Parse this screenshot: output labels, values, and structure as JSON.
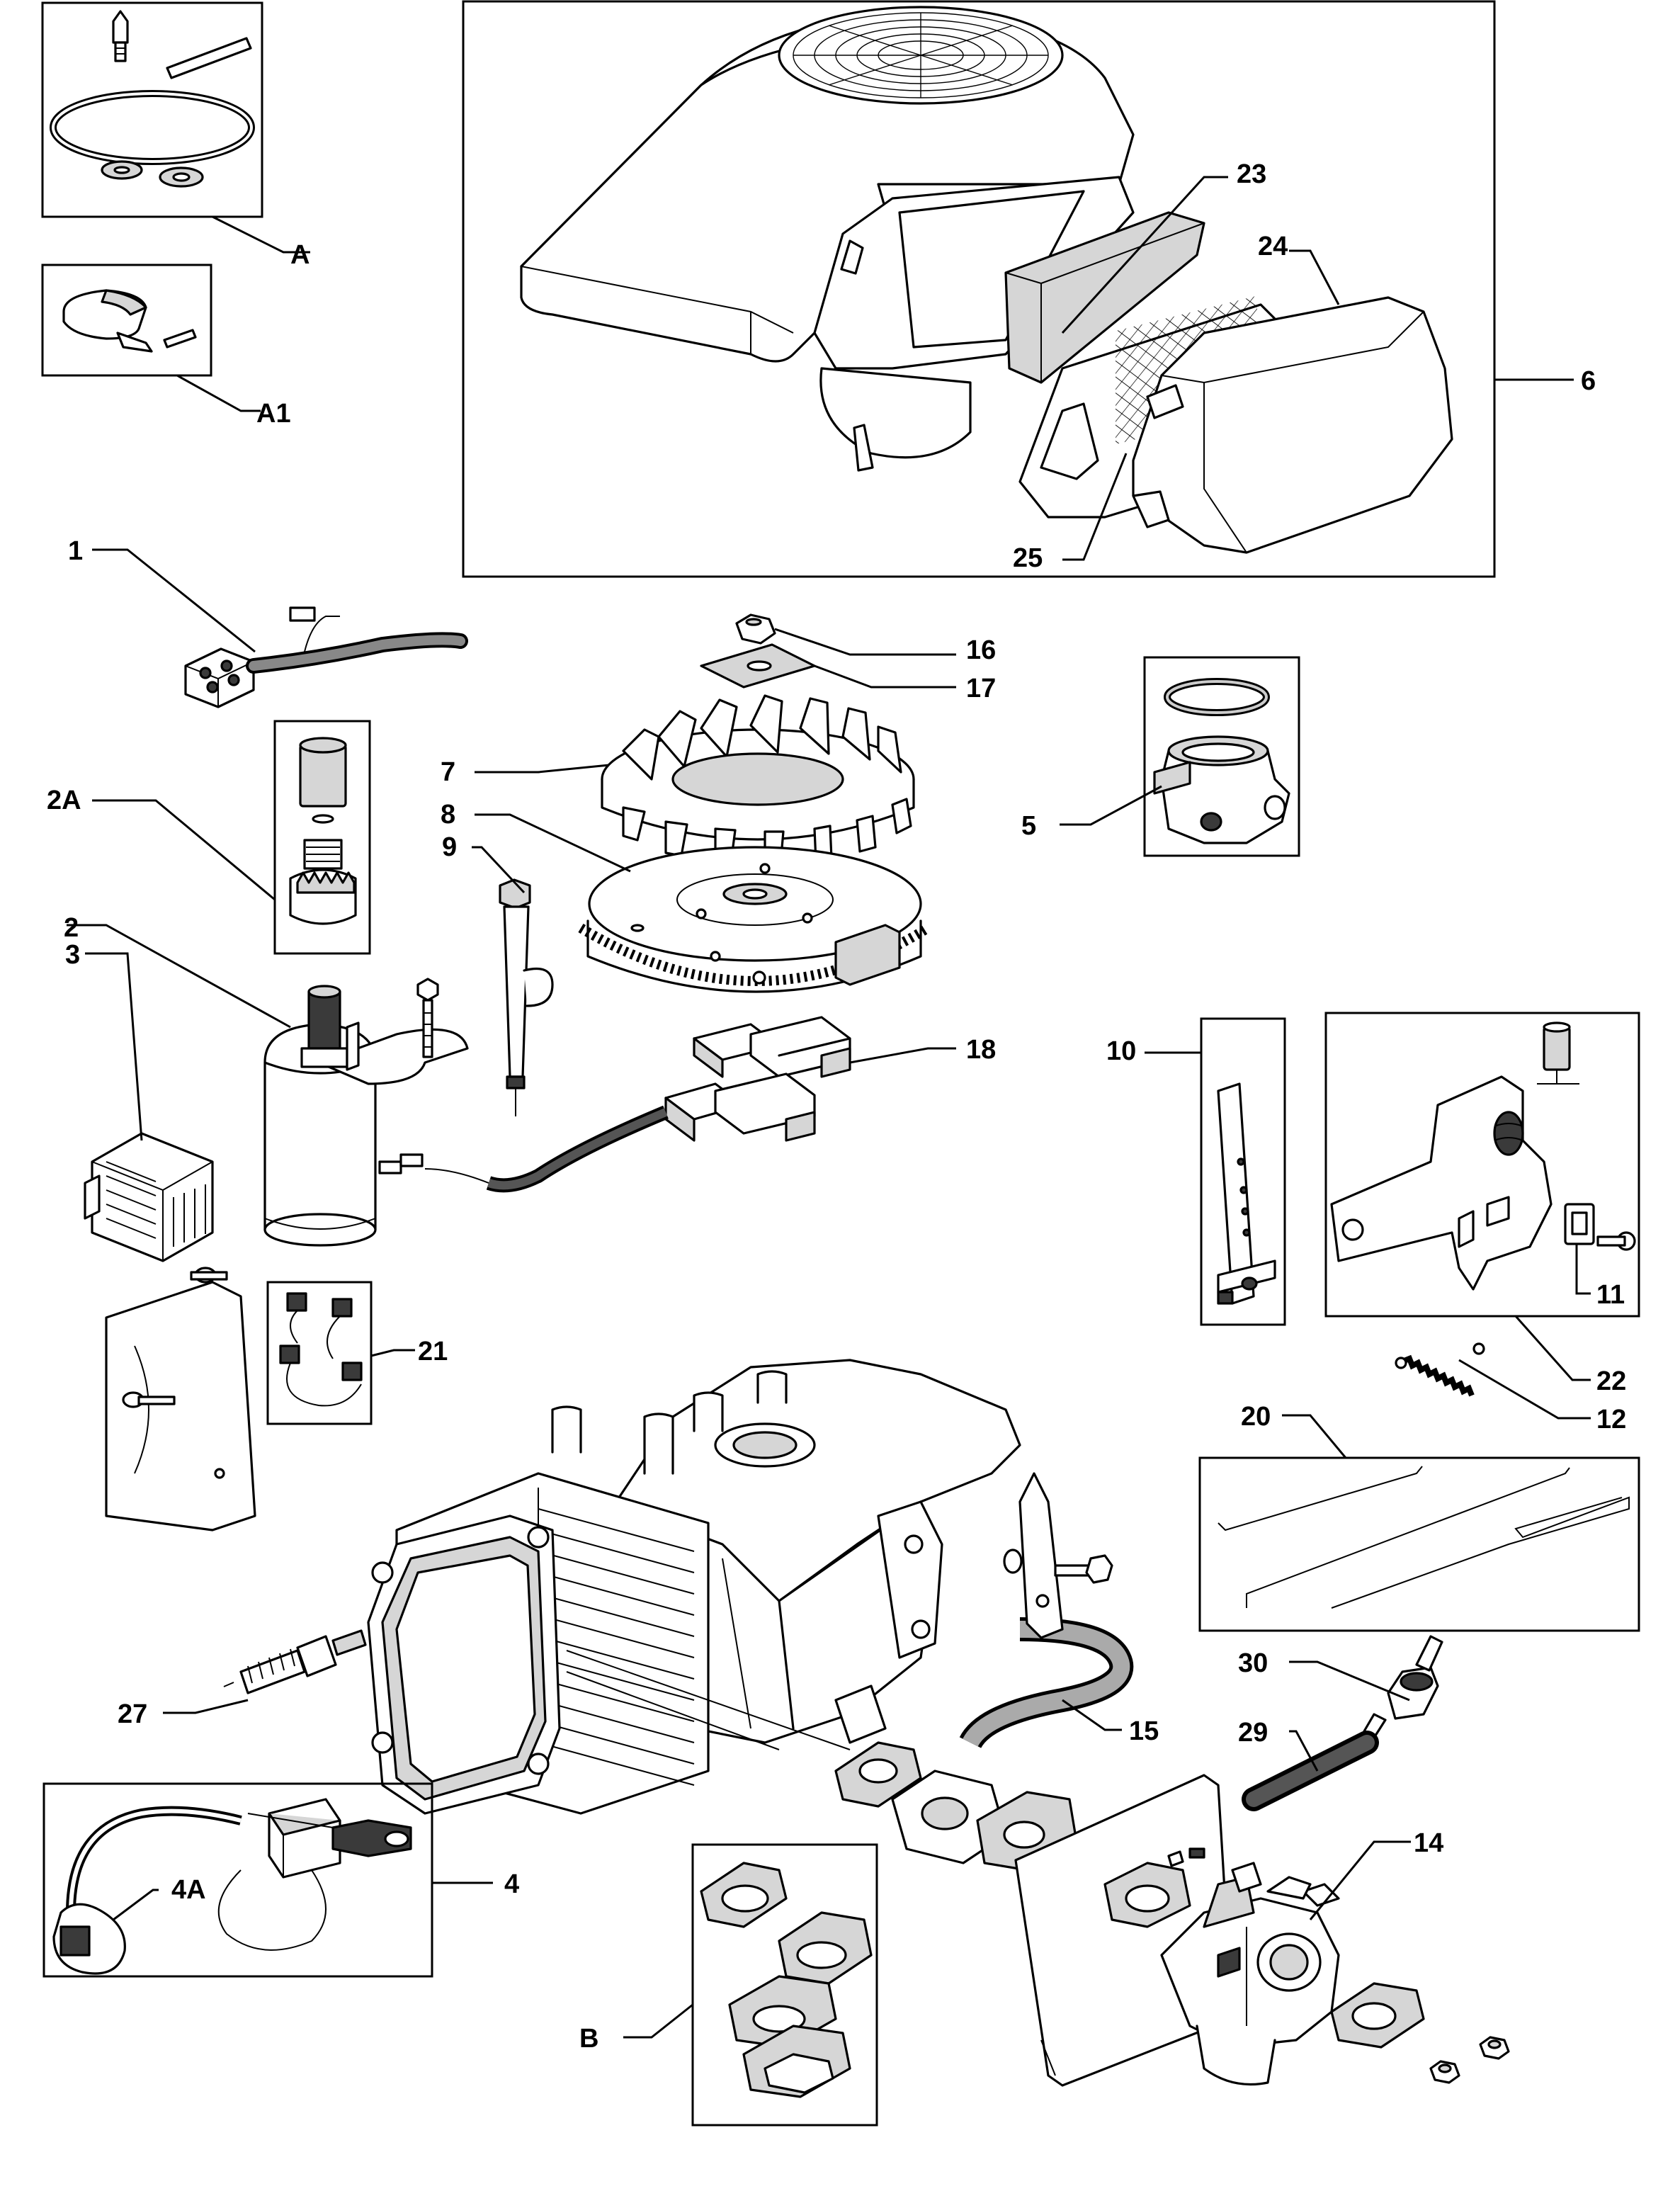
{
  "accent_color": "#000000",
  "background_color": "#ffffff",
  "callouts": {
    "A": "A",
    "A1": "A1",
    "1": "1",
    "2A": "2A",
    "2": "2",
    "3": "3",
    "4": "4",
    "4A": "4A",
    "5": "5",
    "6": "6",
    "7": "7",
    "8": "8",
    "9": "9",
    "10": "10",
    "11": "11",
    "12": "12",
    "14": "14",
    "15": "15",
    "16": "16",
    "17": "17",
    "18": "18",
    "20": "20",
    "21": "21",
    "22": "22",
    "23": "23",
    "24": "24",
    "25": "25",
    "27": "27",
    "29": "29",
    "30": "30",
    "B": "B"
  }
}
